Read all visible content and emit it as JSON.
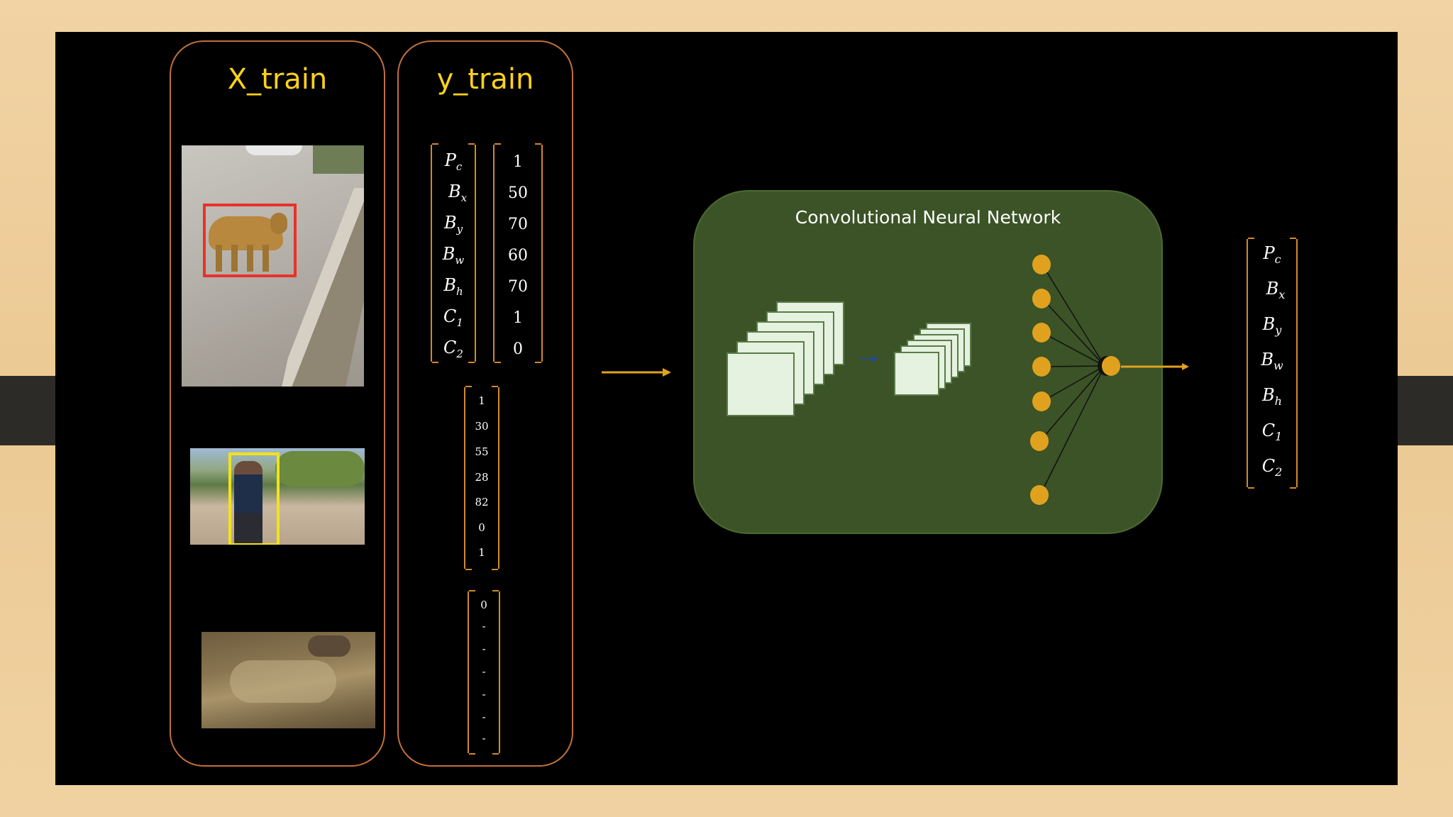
{
  "x_train": {
    "title": "X_train"
  },
  "y_train": {
    "title": "y_train",
    "labels": [
      "P",
      "B",
      "B",
      "B",
      "B",
      "C",
      "C"
    ],
    "subscripts": [
      "c",
      "x",
      "y",
      "w",
      "h",
      "1",
      "2"
    ],
    "vector1": [
      "1",
      "50",
      "70",
      "60",
      "70",
      "1",
      "0"
    ],
    "vector2": [
      "1",
      "30",
      "55",
      "28",
      "82",
      "0",
      "1"
    ],
    "vector3": [
      "0",
      "-",
      "-",
      "-",
      "-",
      "-",
      "-"
    ]
  },
  "cnn": {
    "title": "Convolutional Neural Network"
  },
  "output": {
    "labels": [
      "P",
      "B",
      "B",
      "B",
      "B",
      "C",
      "C"
    ],
    "subscripts": [
      "c",
      "x",
      "y",
      "w",
      "h",
      "1",
      "2"
    ]
  },
  "colors": {
    "panel_border": "#c0703a",
    "title_yellow": "#ffd21a",
    "cnn_green": "#3b5326",
    "node_orange": "#e0a21e",
    "bbox_red": "#e8322a",
    "bbox_yellow": "#f3e21a"
  }
}
